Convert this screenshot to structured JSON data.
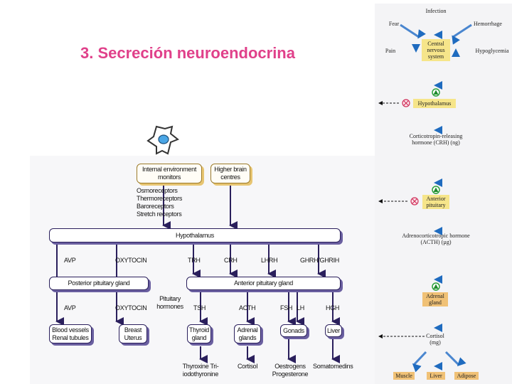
{
  "slide": {
    "title": "3. Secreción neuroendocrina",
    "title_color": "#e0408a"
  },
  "left_diagram": {
    "inputs": {
      "internal_env": "Internal environment monitors",
      "higher_brain": "Higher brain centres"
    },
    "receptors": [
      "Osmoreceptors",
      "Thermoreceptors",
      "Baroreceptors",
      "Stretch receptors"
    ],
    "hypothalamus": "Hypothalamus",
    "releasing_hormones": {
      "avp": "AVP",
      "oxytocin": "OXYTOCIN",
      "trh": "TRH",
      "crh": "CRH",
      "lhrh": "LHRH",
      "ghrh": "GHRH/GHRIH"
    },
    "posterior_pituitary": "Posterior pituitary gland",
    "anterior_pituitary": "Anterior pituitary gland",
    "pituitary_hormones_label": "Pituitary hormones",
    "pituitary_hormones": {
      "avp": "AVP",
      "oxytocin": "OXYTOCIN",
      "tsh": "TSH",
      "acth": "ACTH",
      "fsh": "FSH",
      "lh": "LH",
      "hgh": "HGH"
    },
    "targets": {
      "blood_vessels": "Blood vessels Renal tubules",
      "breast": "Breast Uterus",
      "thyroid": "Thyroid gland",
      "adrenal": "Adrenal glands",
      "gonads": "Gonads",
      "liver": "Liver"
    },
    "products": {
      "thyroid": "Thyroxine Tri-iodothyronine",
      "adrenal": "Cortisol",
      "gonads": "Oestrogens Progesterone",
      "liver": "Somatomedins"
    }
  },
  "right_diagram": {
    "stressors": {
      "infection": "Infection",
      "fear": "Fear",
      "hemorrhage": "Hemorrhage",
      "pain": "Pain",
      "hypoglycemia": "Hypoglycemia"
    },
    "cns": "Central nervous system",
    "hypothalamus": "Hypothalamus",
    "crh": "Corticotropin-releasing hormone (CRH) (ng)",
    "anterior_pituitary": "Anterior pituitary",
    "acth": "Adrenocorticotropic hormone (ACTH) (µg)",
    "adrenal": "Adrenal gland",
    "cortisol": "Cortisol (mg)",
    "targets": [
      "Muscle",
      "Liver",
      "Adipose"
    ]
  }
}
